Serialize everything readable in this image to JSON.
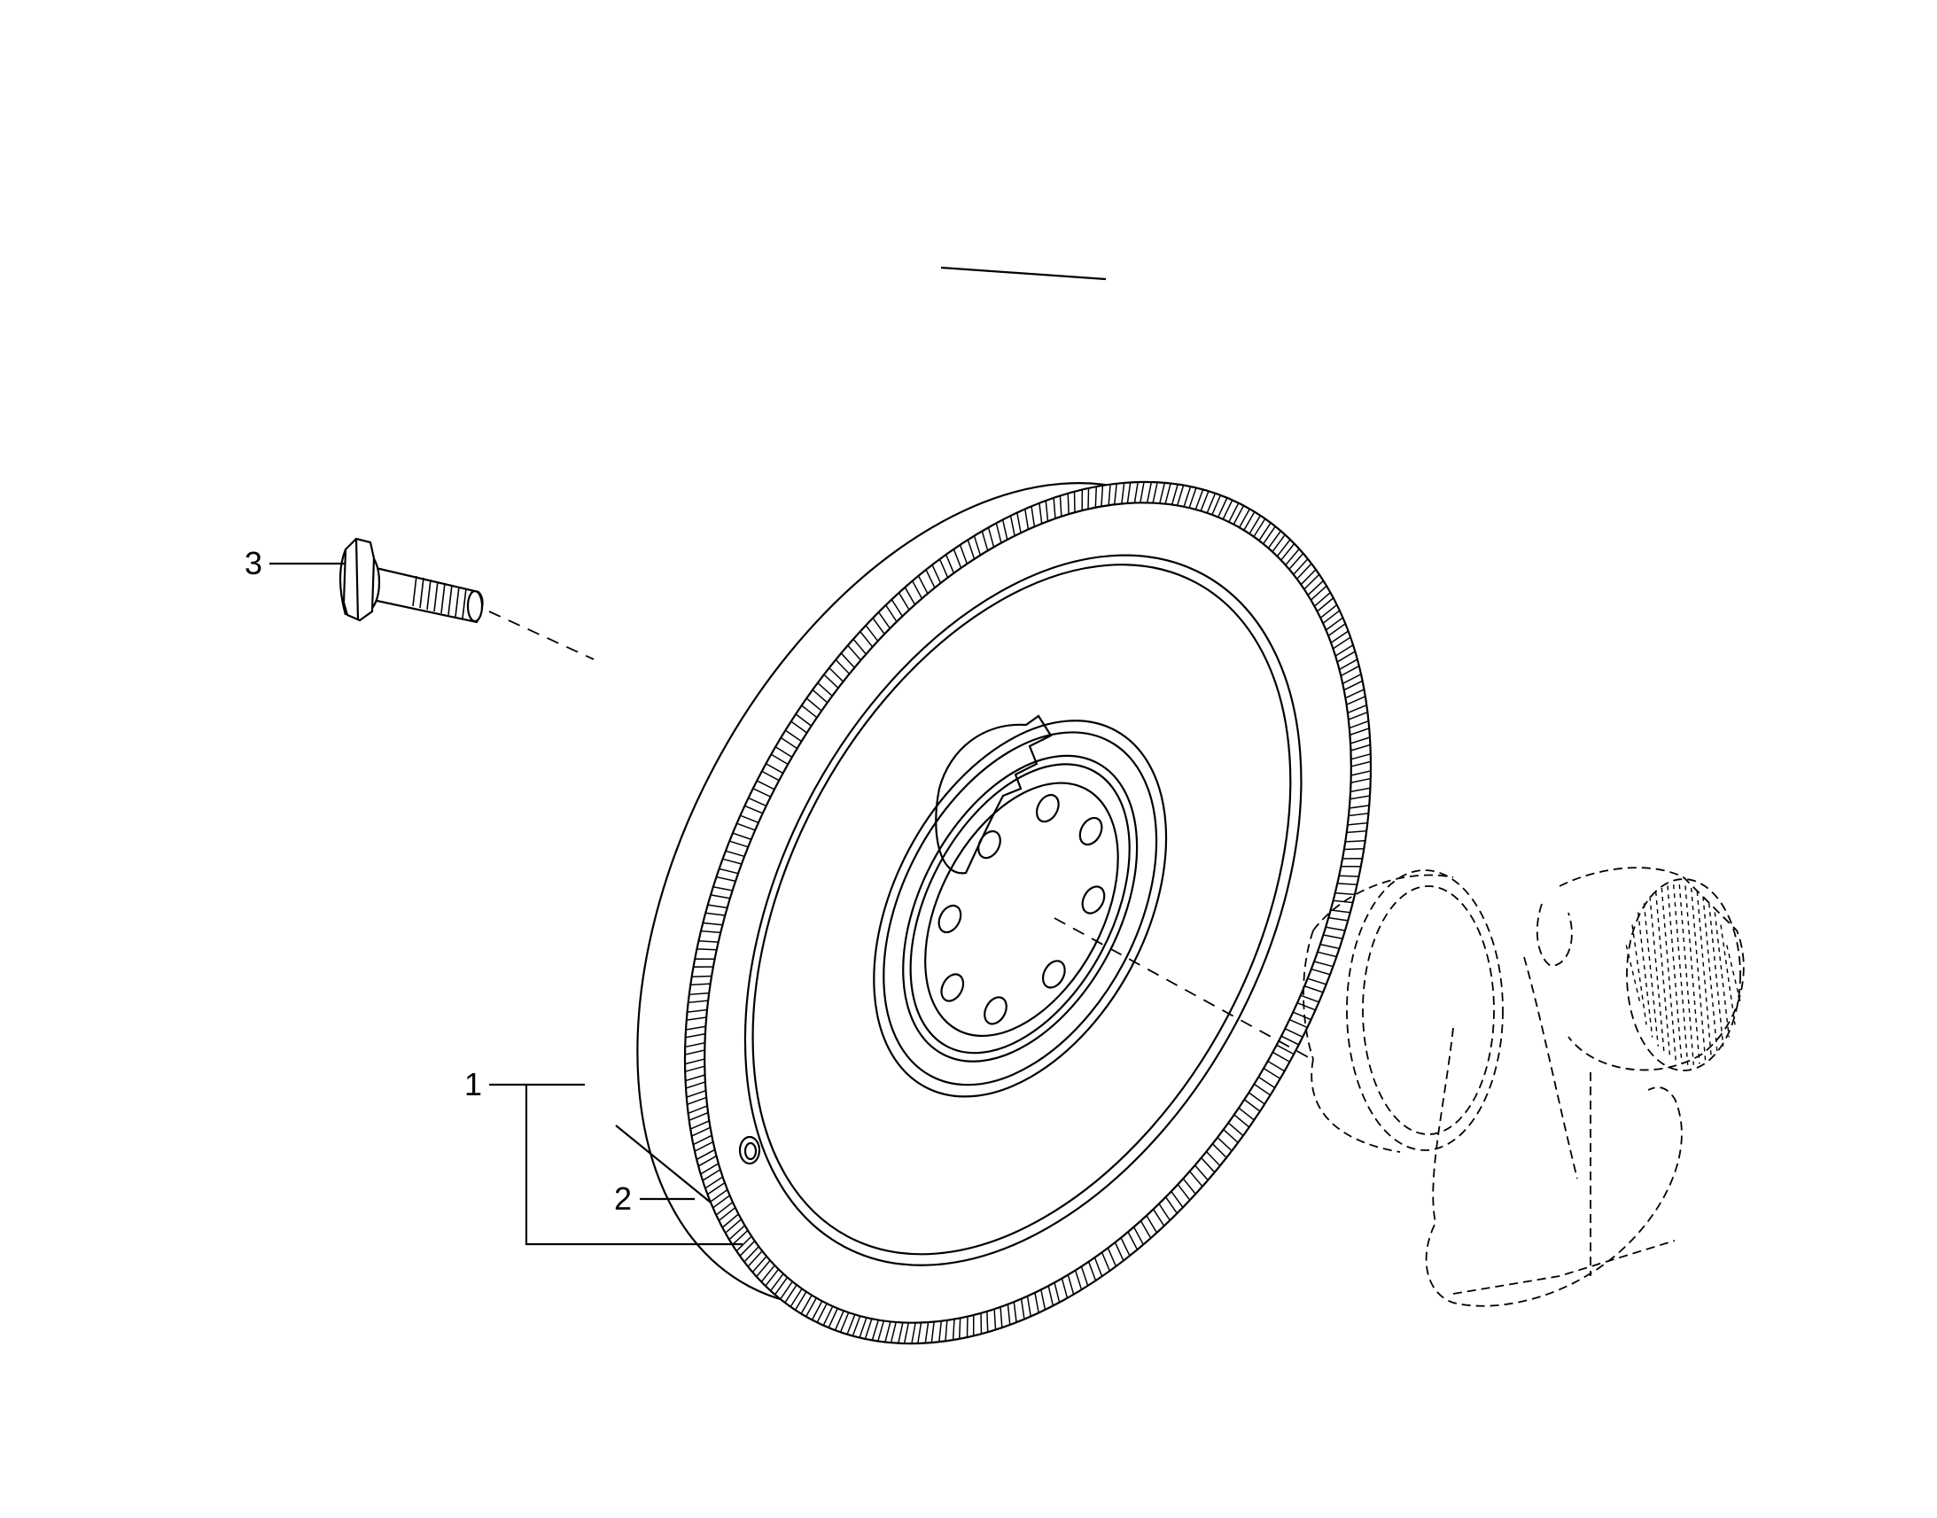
{
  "callouts": {
    "flywheel_assembly": "1",
    "ring_gear": "2",
    "flywheel_bolt": "3"
  },
  "colors": {
    "line": "#000000",
    "background": "#ffffff"
  },
  "flywheel": {
    "ring_gear_tooth_count": 150,
    "bolt_hole_count": 8
  },
  "crankshaft": {
    "hatch_line_count": 18
  }
}
